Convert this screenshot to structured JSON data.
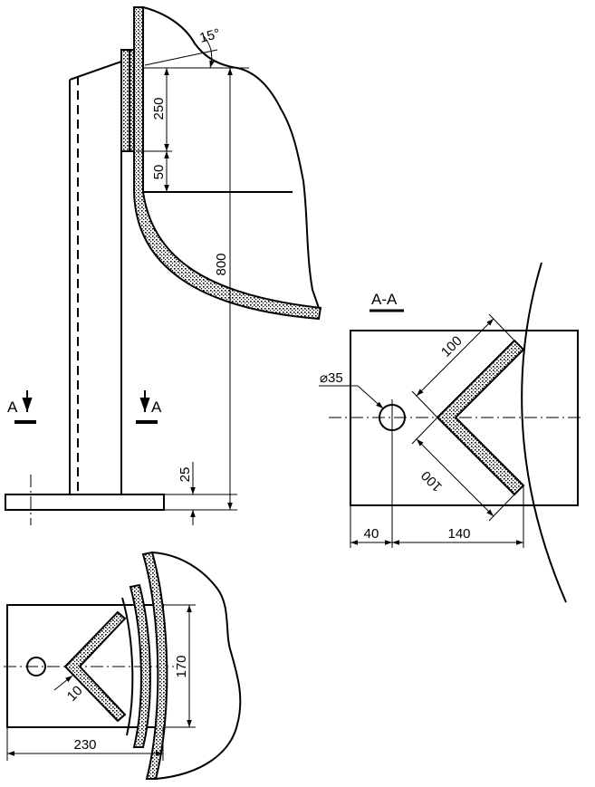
{
  "section_label": "A-A",
  "section_mark_left": "A",
  "section_mark_right": "A",
  "dimensions": {
    "angle": "15°",
    "d250": "250",
    "d50": "50",
    "d800": "800",
    "d25": "25",
    "d100_top": "100",
    "d100_bottom": "100",
    "hole_diameter": "⌀35",
    "d40": "40",
    "d140": "140",
    "d10": "10",
    "d170": "170",
    "d230": "230"
  }
}
